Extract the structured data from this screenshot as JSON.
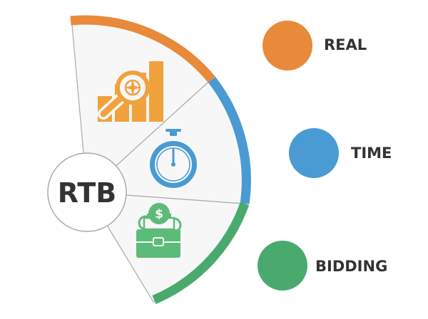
{
  "center": {
    "label": "RTB"
  },
  "segments": [
    {
      "word": "REAL",
      "icon": "chart-magnifier-compass-icon",
      "color": "#e88a3a"
    },
    {
      "word": "TIME",
      "icon": "stopwatch-icon",
      "color": "#4a9ad4"
    },
    {
      "word": "BIDDING",
      "icon": "money-briefcase-icon",
      "color": "#4aaa6e"
    }
  ],
  "colors": {
    "segment_fill": "#f7f7f7",
    "segment_stroke": "#aaaaaa",
    "text": "#333333",
    "icon_orange": "#f1a23c",
    "icon_blue": "#4a9ad4",
    "icon_green": "#5dbb7a"
  }
}
